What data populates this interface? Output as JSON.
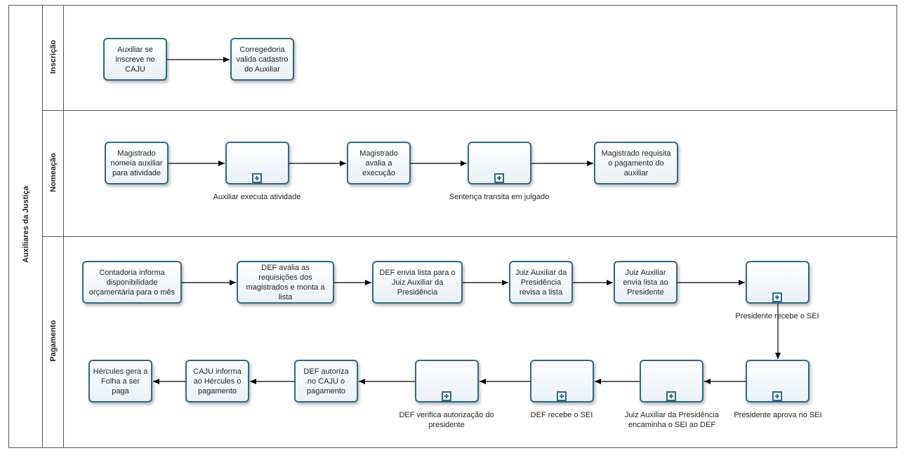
{
  "pool": {
    "label": "Auxiliares da Justiça"
  },
  "lanes": [
    {
      "id": "inscricao",
      "label": "Inscrição"
    },
    {
      "id": "nomeacao",
      "label": "Nomeação"
    },
    {
      "id": "pagamento",
      "label": "Pagamento"
    }
  ],
  "tasks": {
    "t1": "Auxiliar se inscreve no CAJU",
    "t2": "Corregedoria valida cadastro do Auxiliar",
    "t3": "Magistrado nomeia auxiliar para atividade",
    "t4": "Magistrado avalia a execução",
    "t5": "Magistrado requisita o pagamento do auxiliar",
    "t6": "Contadoria informa disponibilidade orçamentária para o mês",
    "t7": "DEF avalia as requisições dos magistrados e monta a lista",
    "t8": "DEF envia lista para o Juiz Auxiliar da Presidência",
    "t9": "Juiz Auxiliar da Presidência revisa a lista",
    "t10": "Juiz Auxiliar envia lista ao Presidente",
    "t11": "DEF autoriza no CAJU o pagamento",
    "t12": "CAJU informa ao Hércules o pagamento",
    "t13": "Hércules gera a Folha a ser paga"
  },
  "subprocesses": {
    "s1": "Auxiliar executa atividade",
    "s2": "Sentença transita em julgado",
    "s3": "Presidente recebe o SEI",
    "s4": "Presidente aprova no SEI",
    "s5": "Juiz Auxiliar da Presidência encaminha  o SEI ao DEF",
    "s6": "DEF recebe o SEI",
    "s7": "DEF verifica autorização do presidente"
  },
  "flows": [
    [
      "t1",
      "t2"
    ],
    [
      "t3",
      "s1"
    ],
    [
      "s1",
      "t4"
    ],
    [
      "t4",
      "s2"
    ],
    [
      "s2",
      "t5"
    ],
    [
      "t6",
      "t7"
    ],
    [
      "t7",
      "t8"
    ],
    [
      "t8",
      "t9"
    ],
    [
      "t9",
      "t10"
    ],
    [
      "t10",
      "s3"
    ],
    [
      "s3",
      "s4"
    ],
    [
      "s4",
      "s5"
    ],
    [
      "s5",
      "s6"
    ],
    [
      "s6",
      "s7"
    ],
    [
      "s7",
      "t11"
    ],
    [
      "t11",
      "t12"
    ],
    [
      "t12",
      "t13"
    ]
  ],
  "colors": {
    "border": "#2a6a8a",
    "line": "#000000",
    "frame": "#555555"
  }
}
